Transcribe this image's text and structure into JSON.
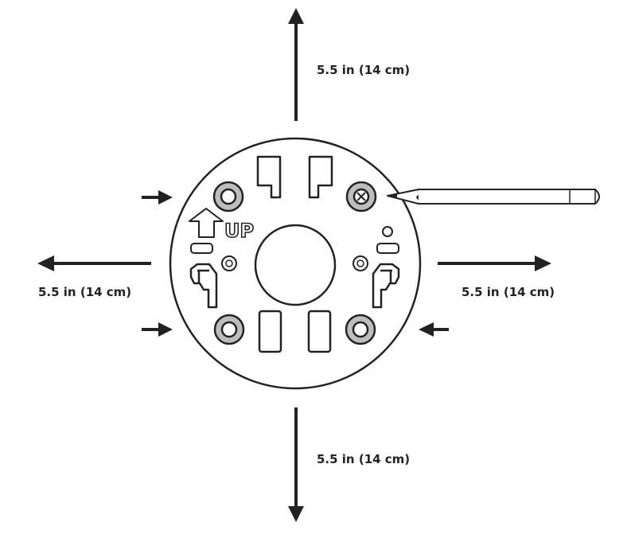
{
  "clearance": {
    "top": "5.5 in (14 cm)",
    "left": "5.5 in (14 cm)",
    "right": "5.5 in (14 cm)",
    "bottom": "5.5 in (14 cm)"
  },
  "plate": {
    "up_marking": "UP"
  },
  "icons": {
    "pencil": "pencil-icon",
    "screw": "screw-icon"
  },
  "colors": {
    "line": "#222222",
    "screw_fill": "#bdbdbd",
    "background": "#ffffff"
  }
}
